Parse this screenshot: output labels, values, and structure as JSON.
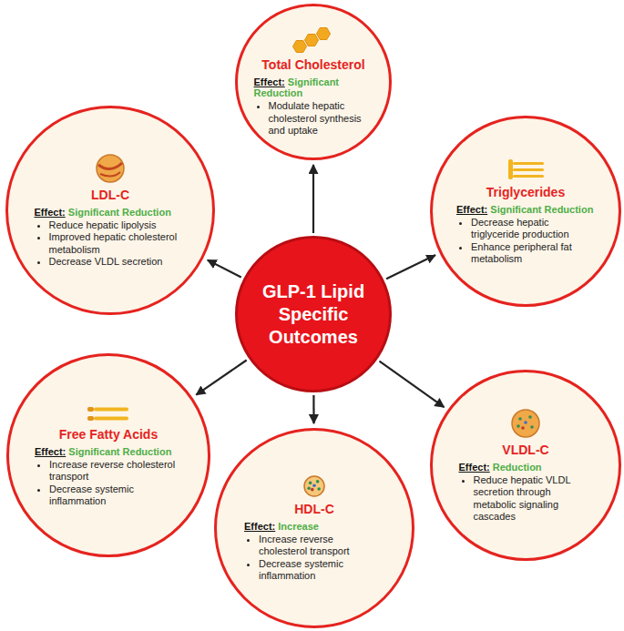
{
  "diagram": {
    "nodes": [
      {
        "text": [
          "Total Cholesterol",
          "Effect:",
          "Significant Reduction",
          "Modulate hepatic cholesterol synthesis and uptake"
        ]
      },
      {
        "text": [
          "LDL-C",
          "Effect:",
          "Significant Reduction",
          "Reduce hepatic lipolysis",
          "Improved hepatic cholesterol metabolism",
          "Decrease VLDL secretion"
        ]
      },
      {
        "text": [
          "Triglycerides",
          "Effect:",
          "Significant Reduction",
          "Decrease hepatic triglyceride production",
          "Enhance peripheral fat metabolism"
        ]
      },
      {
        "text": [
          "GLP-1 Lipid Specific Outcomes"
        ]
      },
      {
        "text": [
          "Free Fatty Acids",
          "Effect:",
          "Significant Reduction",
          "Increase reverse cholesterol transport",
          "Decrease systemic inflammation"
        ]
      },
      {
        "text": [
          "VLDL-C",
          "Effect:",
          "Reduction",
          "Reduce hepatic VLDL secretion through metabolic signaling cascades"
        ]
      },
      {
        "text": [
          "HDL-C",
          "Effect:",
          "Increase",
          "Increase reverse cholesterol transport",
          "Decrease systemic inflammation"
        ]
      }
    ],
    "edges": [
      {
        "from": 3,
        "to": 0,
        "arrow": "to"
      },
      {
        "from": 3,
        "to": 1,
        "arrow": "to"
      },
      {
        "from": 3,
        "to": 2,
        "arrow": "to"
      },
      {
        "from": 3,
        "to": 4,
        "arrow": "to"
      },
      {
        "from": 3,
        "to": 5,
        "arrow": "to"
      },
      {
        "from": 3,
        "to": 6,
        "arrow": "to"
      }
    ]
  }
}
